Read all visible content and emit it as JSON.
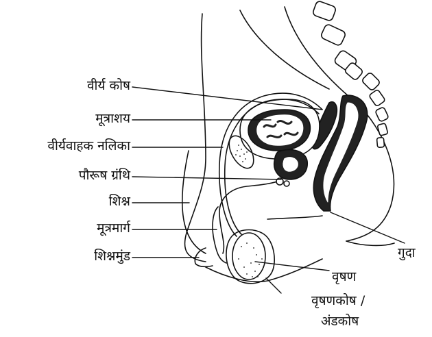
{
  "labels": {
    "seminal_vesicle": "वीर्य कोष",
    "bladder": "मूत्राशय",
    "vas_deferens": "वीर्यवाहक नलिका",
    "prostate": "पौरूष ग्रंथि",
    "penis": "शिश्न",
    "urethra": "मूत्रमार्ग",
    "glans": "शिश्नमुंड",
    "anus": "गुदा",
    "testis": "वृषण",
    "scrotum_1": "वृषणकोष /",
    "scrotum_2": "अंडकोष"
  },
  "colors": {
    "ink": "#111111",
    "fill_dark": "#222222",
    "paper": "#ffffff"
  }
}
